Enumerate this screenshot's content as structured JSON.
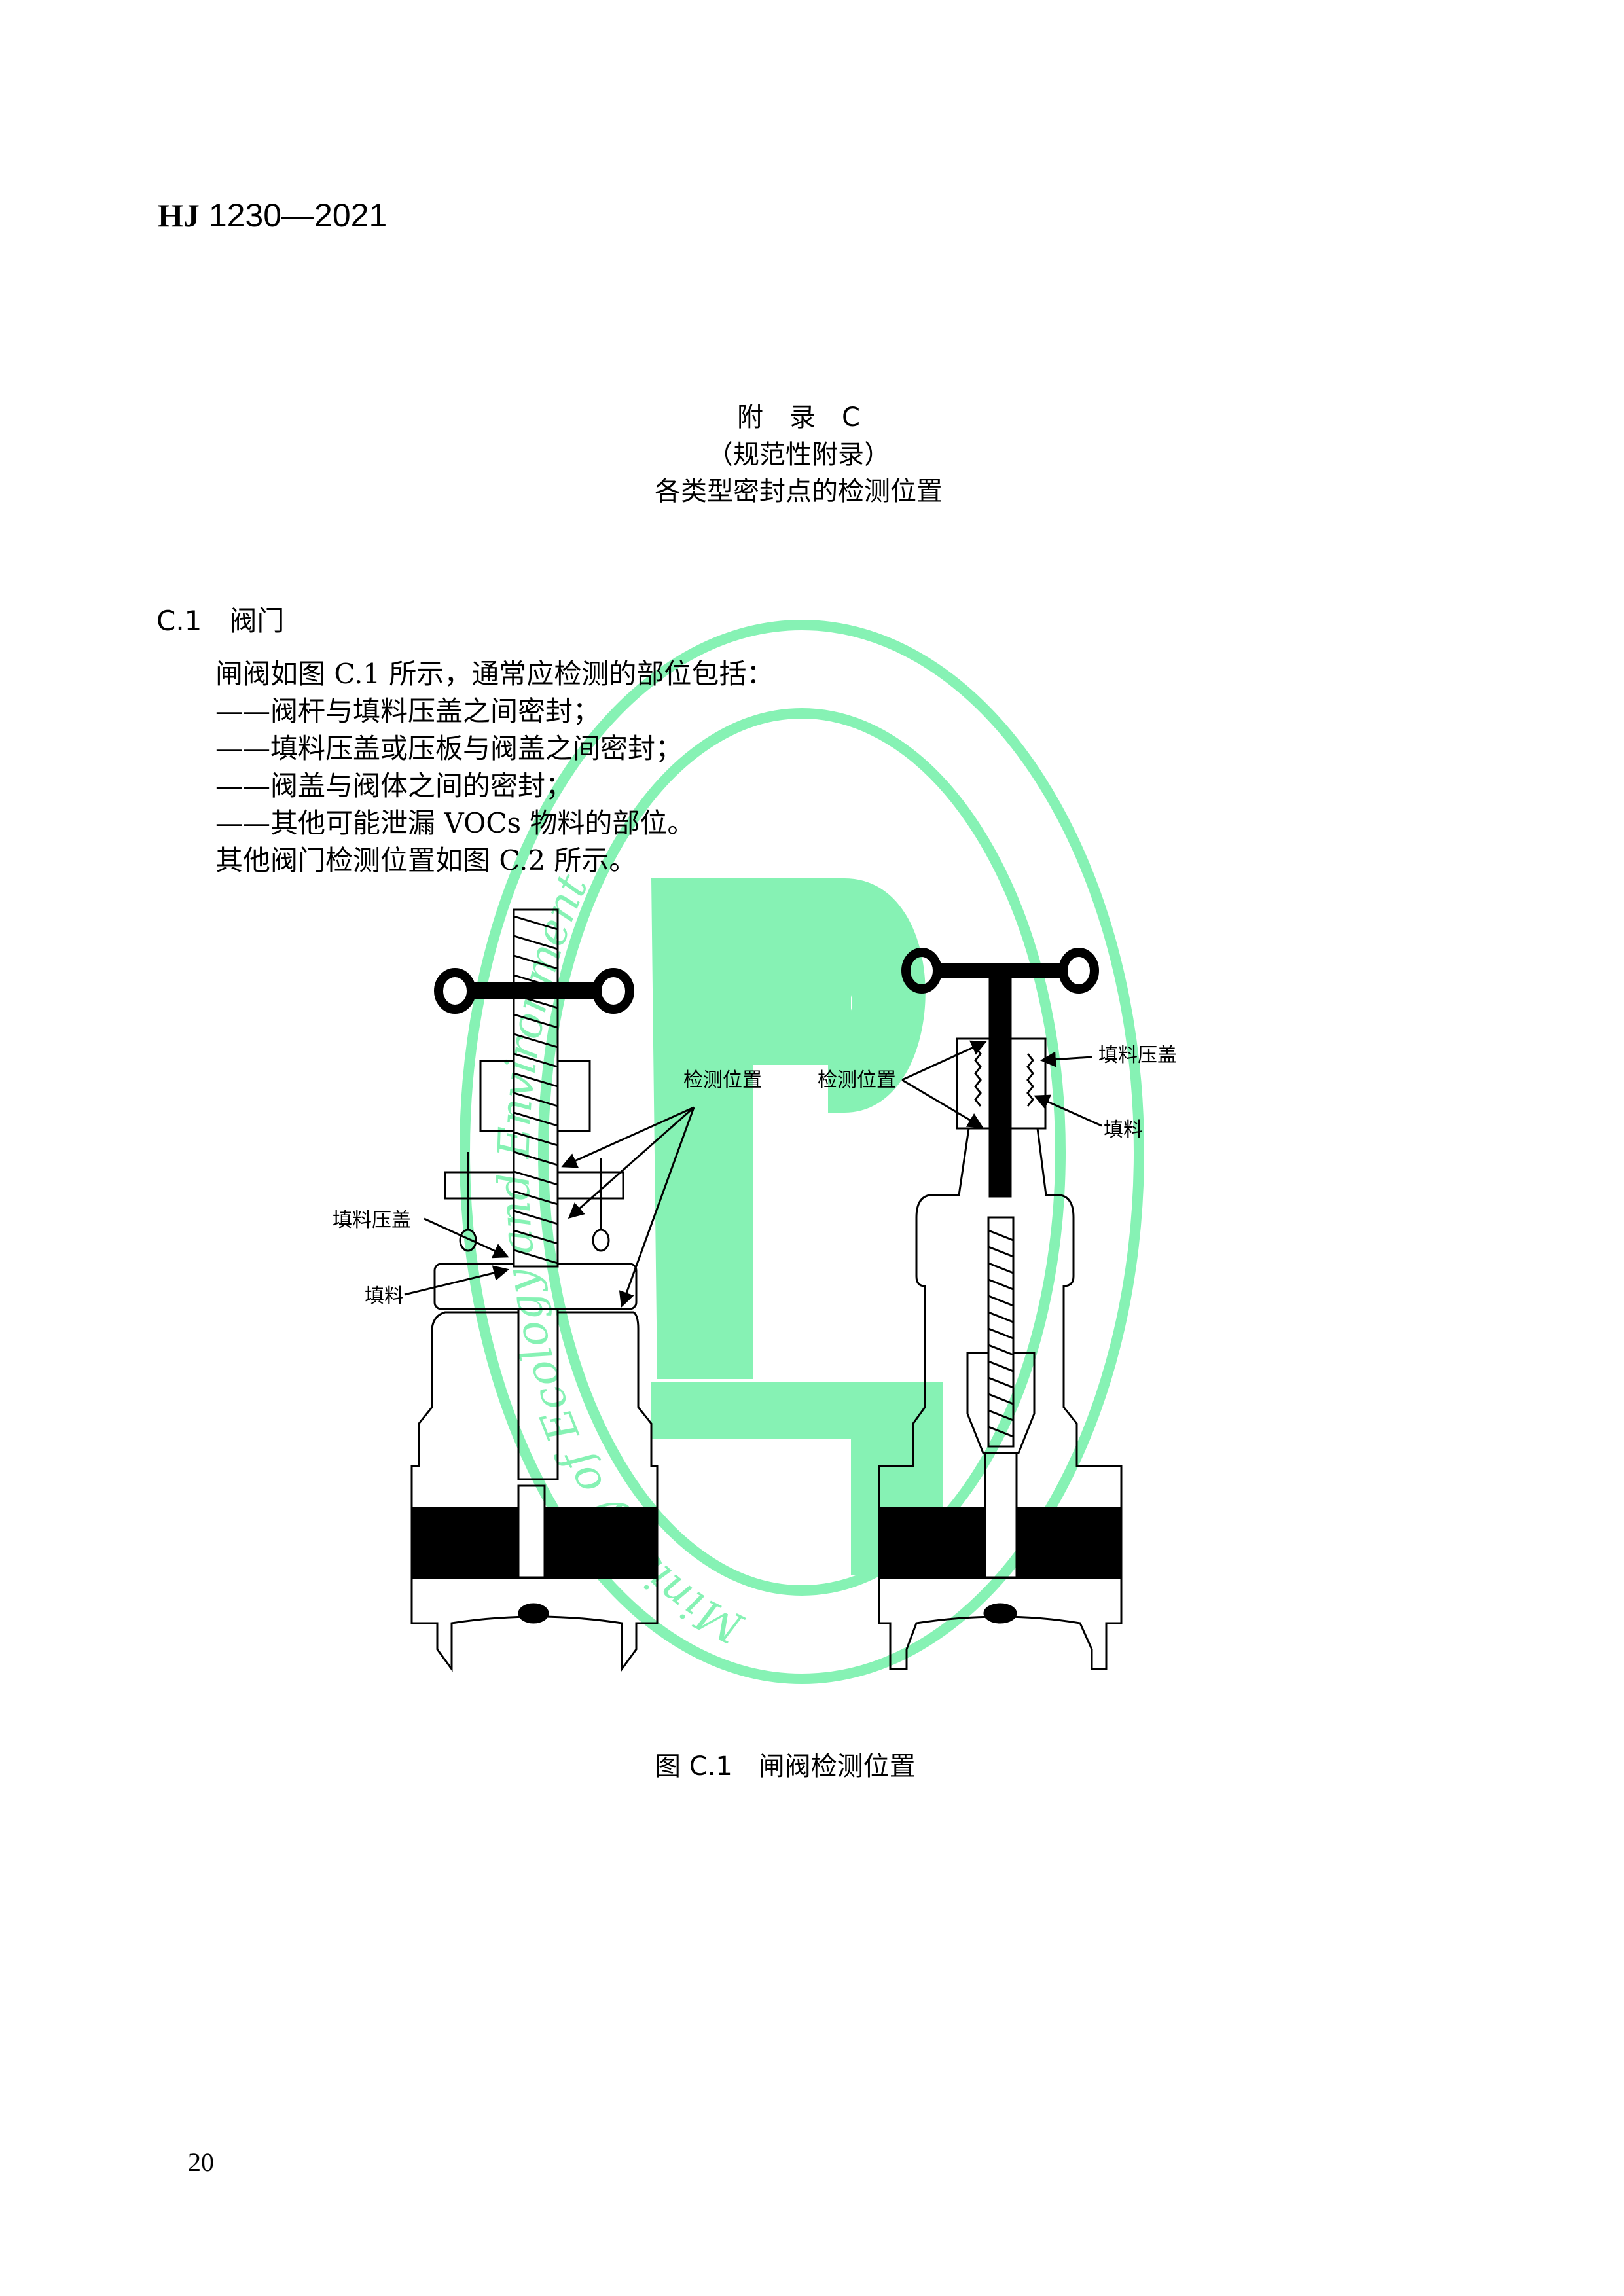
{
  "header": {
    "code": "HJ",
    "number": "1230—2021"
  },
  "appendix": {
    "title": "附　录　C",
    "type": "（规范性附录）",
    "subtitle": "各类型密封点的检测位置"
  },
  "section": {
    "number": "C.1",
    "title": "阀门"
  },
  "paragraphs": [
    "闸阀如图 C.1 所示，通常应检测的部位包括：",
    "——阀杆与填料压盖之间密封；",
    "——填料压盖或压板与阀盖之间密封；",
    "——阀盖与阀体之间的密封；",
    "——其他可能泄漏 VOCs 物料的部位。",
    "其他阀门检测位置如图 C.2 所示。"
  ],
  "figure": {
    "left_labels": {
      "detect": "检测位置",
      "gland": "填料压盖",
      "packing": "填料"
    },
    "right_labels": {
      "detect": "检测位置",
      "gland": "填料压盖",
      "packing": "填料"
    },
    "caption": "图 C.1　闸阀检测位置"
  },
  "watermark": {
    "text": "Ministry of Ecology and Environment",
    "color": "#86f2b4"
  },
  "page_number": "20"
}
